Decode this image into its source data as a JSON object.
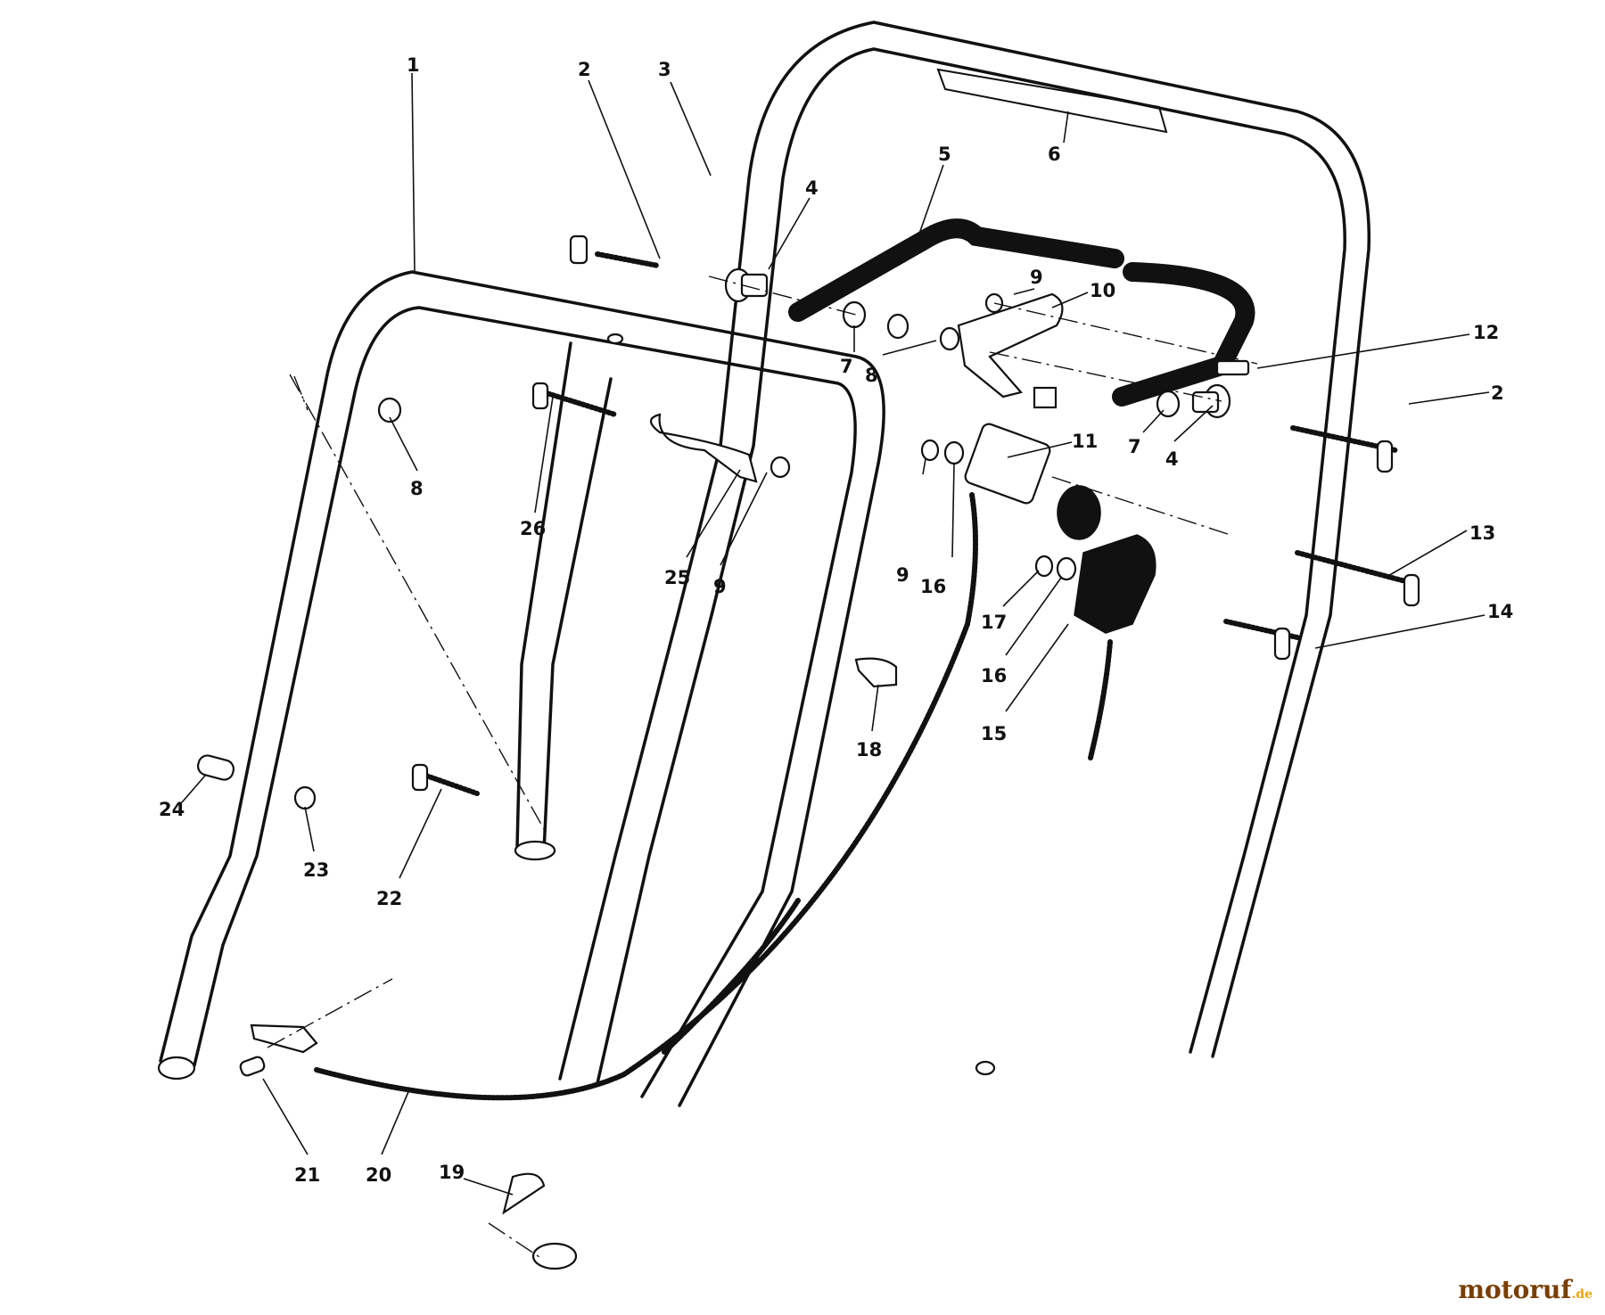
{
  "callouts": [
    {
      "id": "1",
      "label": "1"
    },
    {
      "id": "2a",
      "label": "2"
    },
    {
      "id": "3",
      "label": "3"
    },
    {
      "id": "4a",
      "label": "4"
    },
    {
      "id": "5",
      "label": "5"
    },
    {
      "id": "6",
      "label": "6"
    },
    {
      "id": "7a",
      "label": "7"
    },
    {
      "id": "8a",
      "label": "8"
    },
    {
      "id": "9a",
      "label": "9"
    },
    {
      "id": "10",
      "label": "10"
    },
    {
      "id": "12",
      "label": "12"
    },
    {
      "id": "2b",
      "label": "2"
    },
    {
      "id": "7b",
      "label": "7"
    },
    {
      "id": "4b",
      "label": "4"
    },
    {
      "id": "11",
      "label": "11"
    },
    {
      "id": "8b",
      "label": "8"
    },
    {
      "id": "26",
      "label": "26"
    },
    {
      "id": "25",
      "label": "25"
    },
    {
      "id": "9b",
      "label": "9"
    },
    {
      "id": "9c",
      "label": "9"
    },
    {
      "id": "16a",
      "label": "16"
    },
    {
      "id": "13",
      "label": "13"
    },
    {
      "id": "14",
      "label": "14"
    },
    {
      "id": "17",
      "label": "17"
    },
    {
      "id": "16b",
      "label": "16"
    },
    {
      "id": "15",
      "label": "15"
    },
    {
      "id": "18",
      "label": "18"
    },
    {
      "id": "24",
      "label": "24"
    },
    {
      "id": "23",
      "label": "23"
    },
    {
      "id": "22",
      "label": "22"
    },
    {
      "id": "21",
      "label": "21"
    },
    {
      "id": "20",
      "label": "20"
    },
    {
      "id": "19",
      "label": "19"
    }
  ],
  "watermark": {
    "brand": "motoruf",
    "suffix": ".de"
  }
}
